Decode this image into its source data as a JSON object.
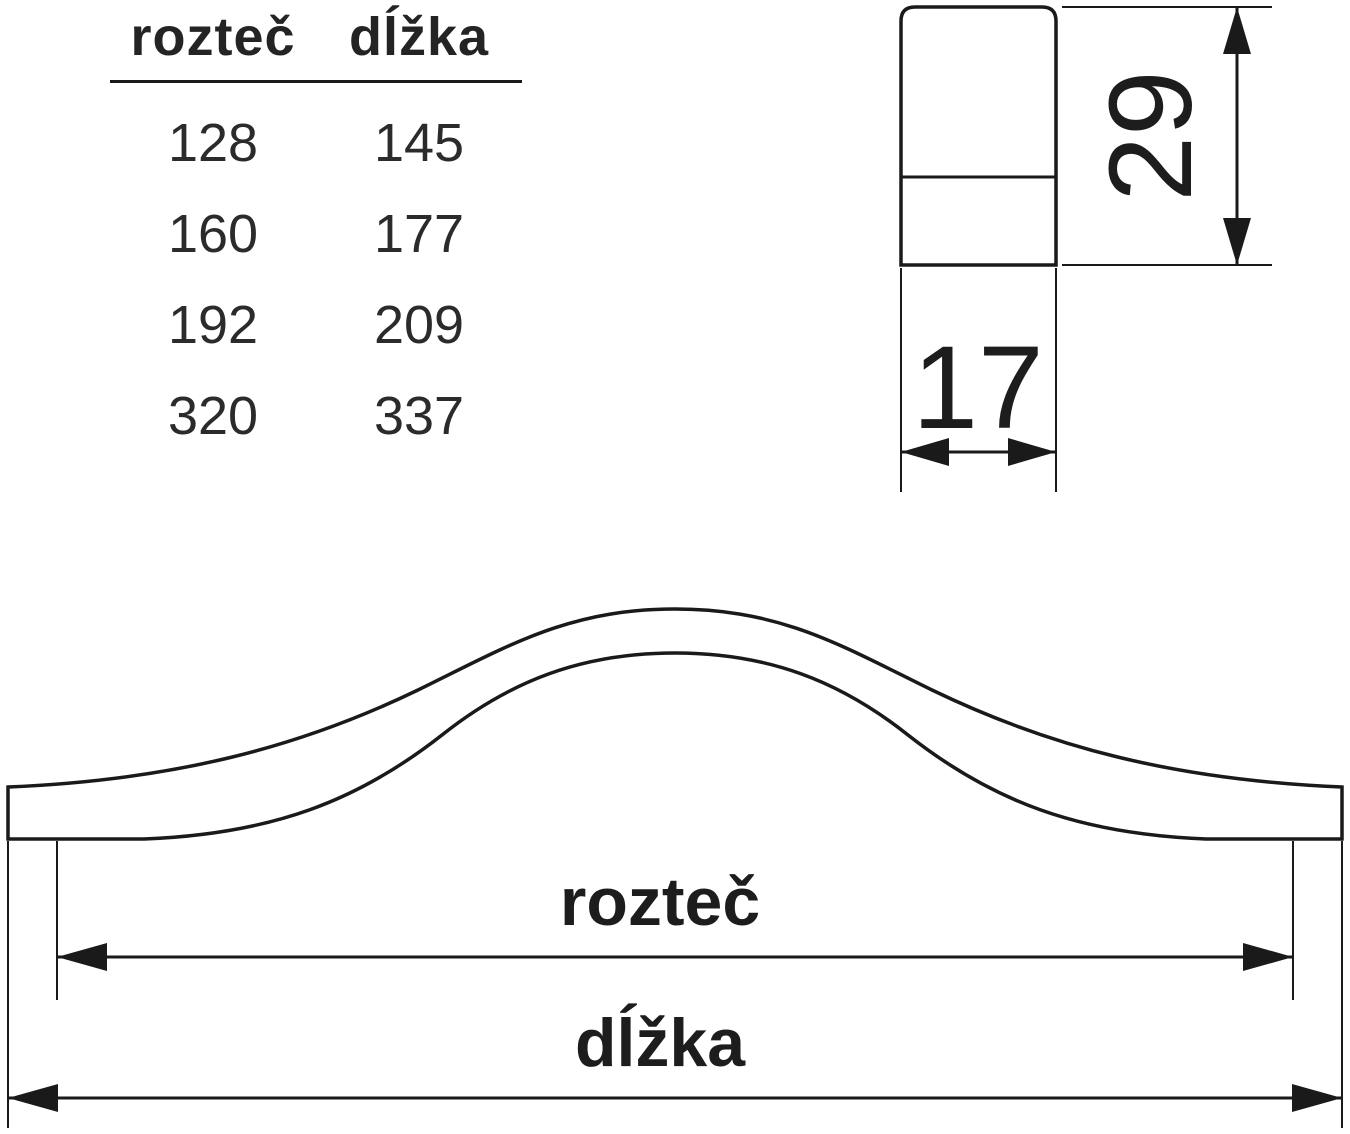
{
  "table": {
    "headers": {
      "spacing": "rozteč",
      "length": "dĺžka"
    },
    "rows": [
      {
        "roztec": "128",
        "dlzka": "145"
      },
      {
        "roztec": "160",
        "dlzka": "177"
      },
      {
        "roztec": "192",
        "dlzka": "209"
      },
      {
        "roztec": "320",
        "dlzka": "337"
      }
    ]
  },
  "side_view": {
    "height_value": "29",
    "width_value": "17"
  },
  "front_view": {
    "spacing_label": "rozteč",
    "length_label": "dĺžka"
  },
  "colors": {
    "line": "#1a1a1a",
    "text": "#1d1d1d",
    "background": "#ffffff"
  }
}
